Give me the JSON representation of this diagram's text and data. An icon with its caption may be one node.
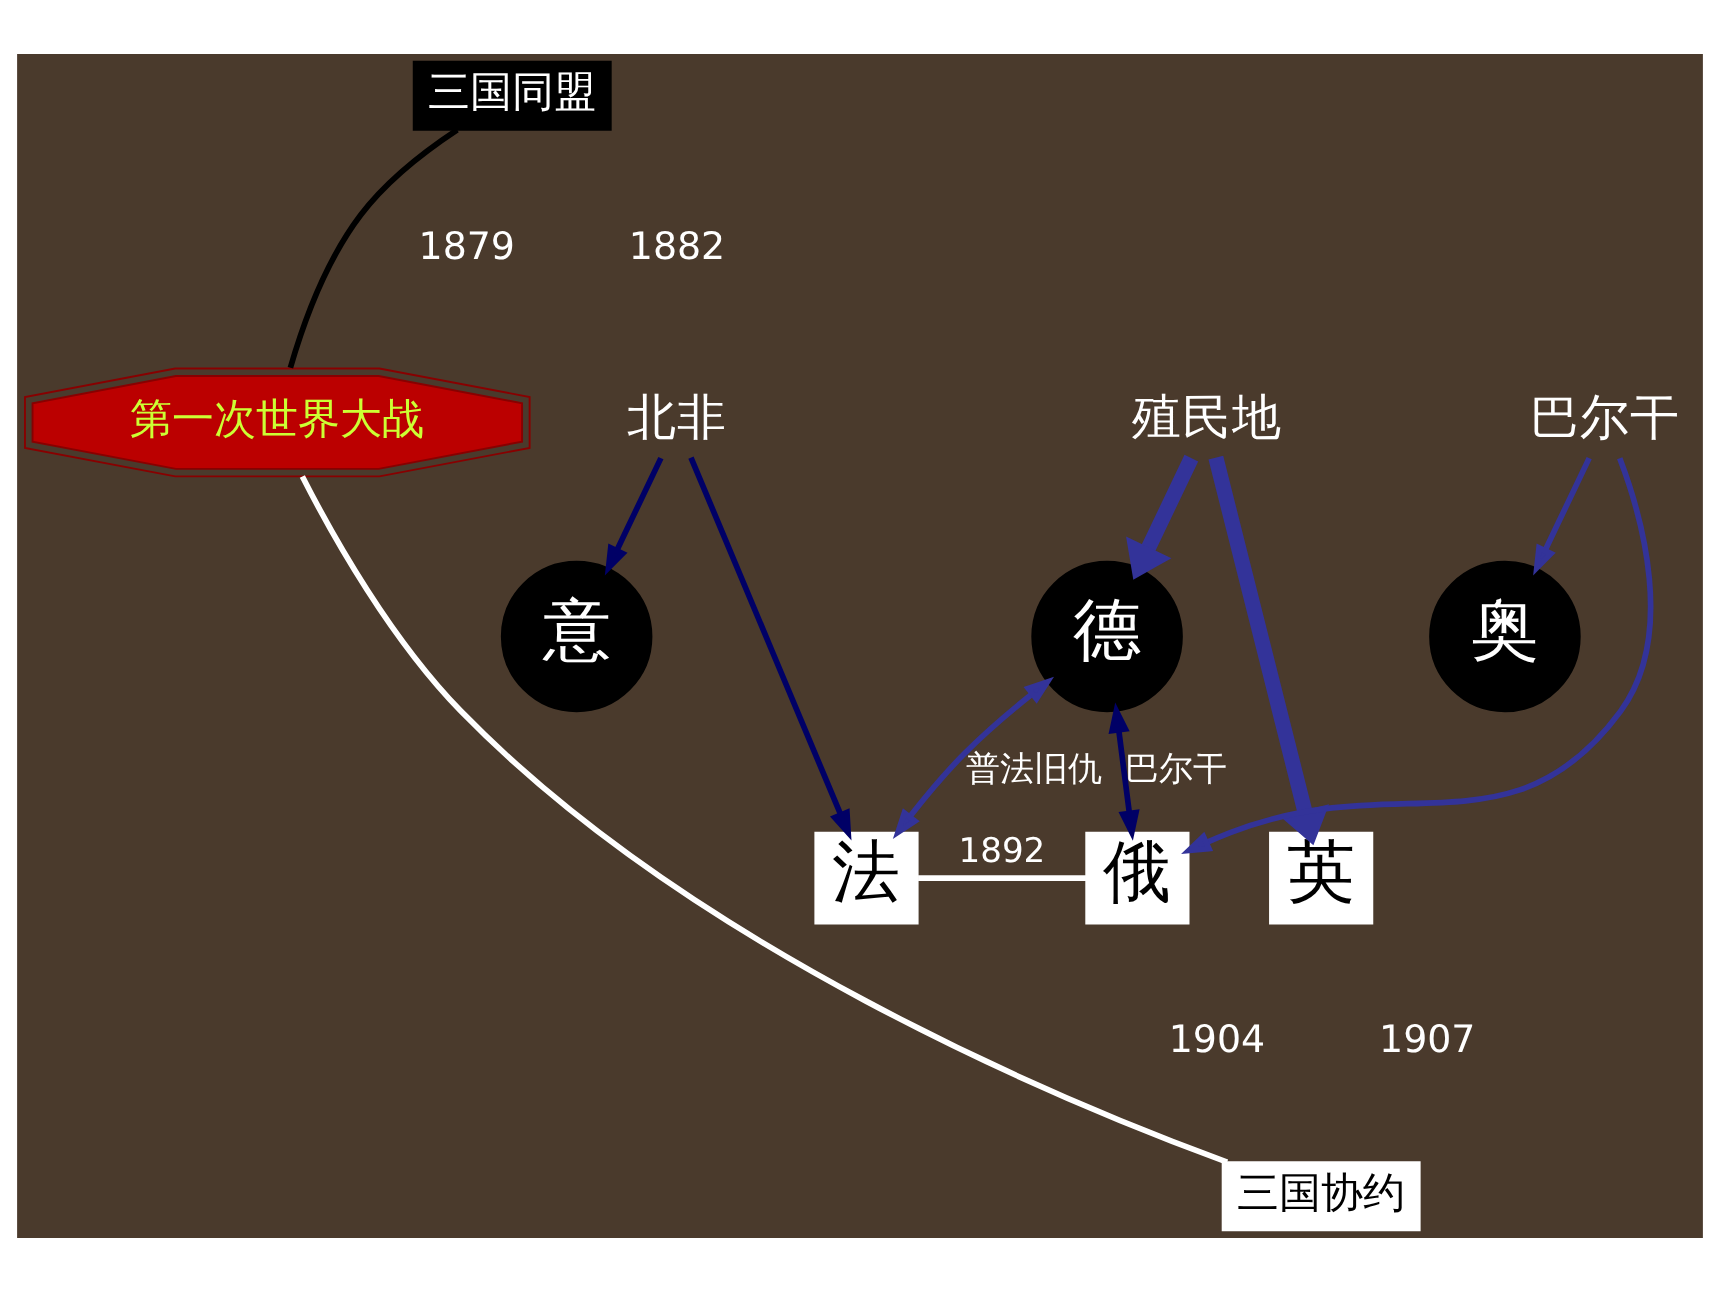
{
  "diagram": {
    "nodes": [
      {
        "text": [
          "三国同盟"
        ]
      },
      {
        "text": [
          "意"
        ]
      },
      {
        "text": [
          "德"
        ]
      },
      {
        "text": [
          "奥"
        ]
      },
      {
        "text": [
          "第一次世界大战"
        ]
      },
      {
        "text": [
          "北非"
        ]
      },
      {
        "text": [
          "殖民地"
        ]
      },
      {
        "text": [
          "巴尔干"
        ]
      },
      {
        "text": [
          "法"
        ]
      },
      {
        "text": [
          "英"
        ]
      },
      {
        "text": [
          "俄"
        ]
      },
      {
        "text": [
          "三国协约"
        ]
      }
    ],
    "edges": [
      {
        "from": 5,
        "to": 1,
        "arrow": "to",
        "color": "#000066"
      },
      {
        "from": 5,
        "to": 8,
        "arrow": "to",
        "color": "#000066"
      },
      {
        "from": 8,
        "to": 2,
        "arrow": "both",
        "label": "普法旧仇"
      },
      {
        "from": 6,
        "to": 2,
        "arrow": "to",
        "style": "thick"
      },
      {
        "from": 6,
        "to": 9,
        "arrow": "to",
        "style": "thick"
      },
      {
        "from": 2,
        "to": 10,
        "arrow": "both",
        "label": "巴尔干",
        "color": "#000066"
      },
      {
        "from": 7,
        "to": 3,
        "arrow": "to"
      },
      {
        "from": 7,
        "to": 10,
        "arrow": "to"
      },
      {
        "from": 8,
        "to": 10,
        "arrow": "none",
        "label": "1892",
        "color": "#ffffff"
      },
      {
        "from": 0,
        "to": 4,
        "arrow": "none",
        "color": "#000000"
      },
      {
        "from": 11,
        "to": 4,
        "arrow": "none",
        "color": "#ffffff"
      }
    ],
    "labels": [
      "1882",
      "1879",
      "1904",
      "1907"
    ]
  }
}
